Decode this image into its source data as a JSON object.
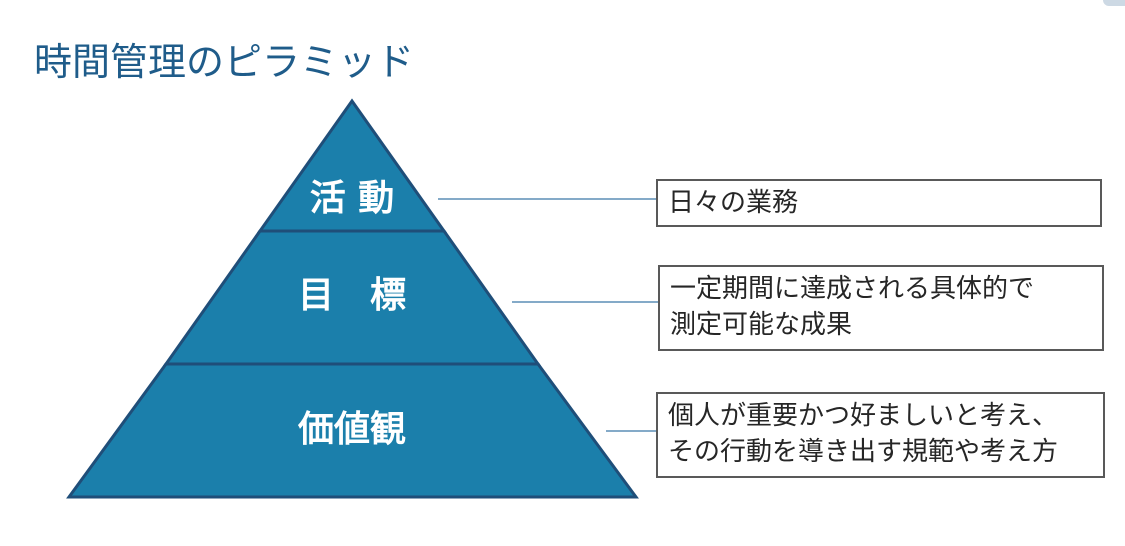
{
  "title": "時間管理のピラミッド",
  "pyramid": {
    "fill_color": "#1b7fab",
    "stroke_color": "#1f4e79",
    "connector_color": "#5b8db5",
    "levels": [
      {
        "label": "活 動",
        "description": "日々の業務"
      },
      {
        "label": "目　標",
        "description": "一定期間に達成される具体的で\n測定可能な成果"
      },
      {
        "label": "価値観",
        "description": "個人が重要かつ好ましいと考え、\nその行動を導き出す規範や考え方"
      }
    ]
  }
}
